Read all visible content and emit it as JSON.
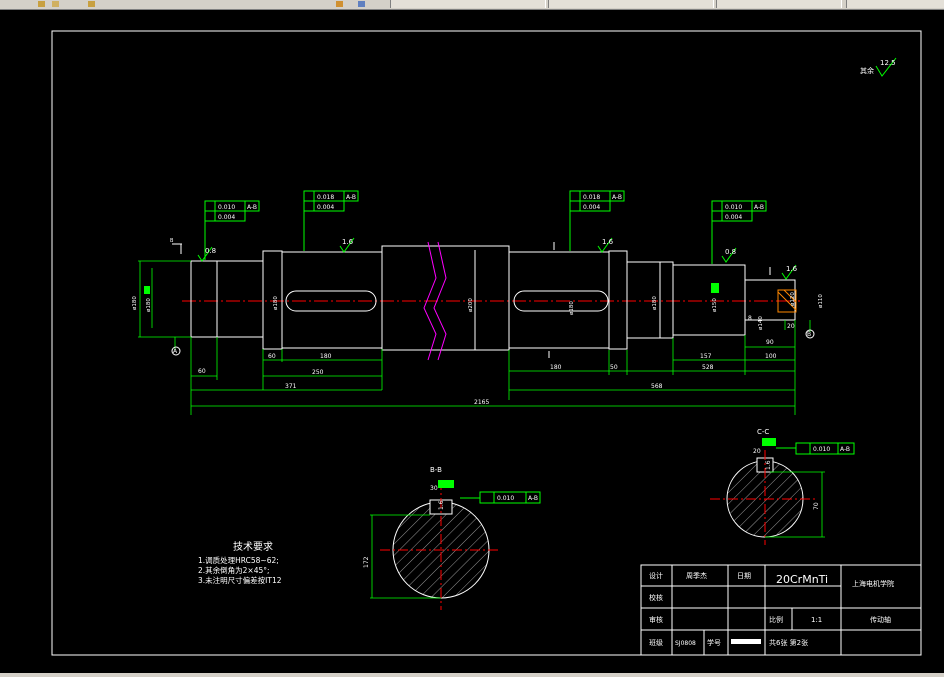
{
  "toolbar": {
    "tabs": [
      "",
      "",
      "",
      ""
    ]
  },
  "drawing": {
    "surface_note": "其余",
    "surface_all": "12.5",
    "roughness": [
      "0.8",
      "1.6",
      "1.6",
      "0.8",
      "1.6"
    ],
    "tolerances": [
      {
        "t1": "0.010",
        "r1": "A-B",
        "t2": "0.004"
      },
      {
        "t1": "0.018",
        "r1": "A-B",
        "t2": "0.004"
      },
      {
        "t1": "0.018",
        "r1": "A-B",
        "t2": "0.004"
      },
      {
        "t1": "0.010",
        "r1": "A-B",
        "t2": "0.004"
      }
    ],
    "diameters": [
      "ø180",
      "ø180",
      "ø180",
      "ø200",
      "ø180",
      "ø180",
      "ø150",
      "ø140",
      "ø120",
      "ø110"
    ],
    "dims": {
      "d60a": "60",
      "d60b": "60",
      "d180a": "180",
      "d250": "250",
      "d371": "371",
      "d180b": "180",
      "d50": "50",
      "d157": "157",
      "d528": "528",
      "d100": "100",
      "d90": "90",
      "d20": "20",
      "d568": "568",
      "d2165": "2165",
      "d8": "8"
    },
    "datum_a": "A",
    "datum_b": "B",
    "section_bb": {
      "label": "B-B",
      "key": "30",
      "sym": "1.6",
      "tol": "0.010",
      "ref": "A-B",
      "dim": "172"
    },
    "section_cc": {
      "label": "C-C",
      "key": "20",
      "sym": "1.6",
      "tol": "0.010",
      "ref": "A-B",
      "dim": "70"
    },
    "tech": {
      "title": "技术要求",
      "lines": [
        "1.调质处理HRC58~62;",
        "2.其余倒角为2×45°;",
        "3.未注明尺寸偏差按IT12"
      ]
    },
    "title_block": {
      "design_label": "设计",
      "designer": "周季杰",
      "date_label": "日期",
      "material": "20CrMnTi",
      "school": "上海电机学院",
      "check_label": "校核",
      "ratio_label": "比例",
      "ratio": "1:1",
      "part": "传动轴",
      "review_label": "审核",
      "sheets": "共6张 第2张",
      "class_label": "班级",
      "class_no": "SJ0808",
      "id_label": "学号"
    }
  }
}
